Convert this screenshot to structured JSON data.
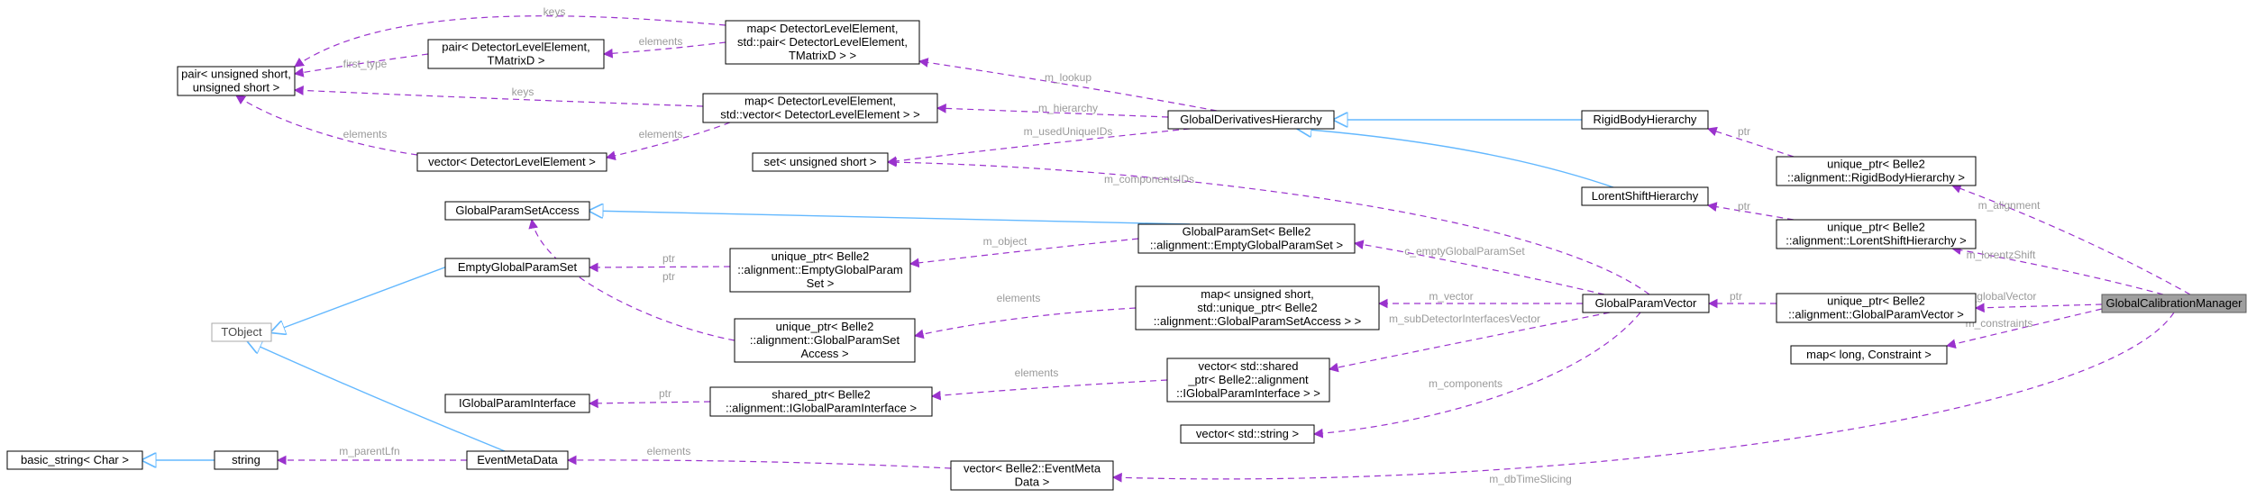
{
  "nodes": {
    "gcm": [
      "GlobalCalibrationManager"
    ],
    "gpv": [
      "GlobalParamVector"
    ],
    "gdh": [
      "GlobalDerivativesHierarchy"
    ],
    "rbh": [
      "RigidBodyHierarchy"
    ],
    "lsh": [
      "LorentShiftHierarchy"
    ],
    "up_rbh": [
      "unique_ptr< Belle2",
      "::alignment::RigidBodyHierarchy >"
    ],
    "up_lsh": [
      "unique_ptr< Belle2",
      "::alignment::LorentShiftHierarchy >"
    ],
    "up_gpv": [
      "unique_ptr< Belle2",
      "::alignment::GlobalParamVector >"
    ],
    "map_constraint": [
      "map< long, Constraint >"
    ],
    "vec_emd": [
      "vector< Belle2::EventMeta",
      "Data >"
    ],
    "emd": [
      "EventMetaData"
    ],
    "string": [
      "string"
    ],
    "basic_string": [
      "basic_string< Char >"
    ],
    "tobject": [
      "TObject"
    ],
    "egps": [
      "EmptyGlobalParamSet"
    ],
    "gpsa": [
      "GlobalParamSetAccess"
    ],
    "igpi": [
      "IGlobalParamInterface"
    ],
    "gps_empty": [
      "GlobalParamSet< Belle2",
      "::alignment::EmptyGlobalParamSet >"
    ],
    "up_egps": [
      "unique_ptr< Belle2",
      "::alignment::EmptyGlobalParam",
      "Set >"
    ],
    "up_gpsa": [
      "unique_ptr< Belle2",
      "::alignment::GlobalParamSet",
      "Access >"
    ],
    "sp_igpi": [
      "shared_ptr< Belle2",
      "::alignment::IGlobalParamInterface >"
    ],
    "map_gpsa": [
      "map< unsigned short,",
      "std::unique_ptr< Belle2",
      "::alignment::GlobalParamSetAccess > >"
    ],
    "vec_sp_igpi": [
      "vector< std::shared",
      "_ptr< Belle2::alignment",
      "::IGlobalParamInterface > >"
    ],
    "vec_string": [
      "vector< std::string >"
    ],
    "set_us": [
      "set< unsigned short >"
    ],
    "map_dle_pair": [
      "map< DetectorLevelElement,",
      "std::pair< DetectorLevelElement,",
      "TMatrixD > >"
    ],
    "map_dle_vec": [
      "map< DetectorLevelElement,",
      "std::vector< DetectorLevelElement > >"
    ],
    "pair_dle": [
      "pair< DetectorLevelElement,",
      "TMatrixD >"
    ],
    "pair_us": [
      "pair< unsigned short,",
      "unsigned short >"
    ],
    "vec_dle": [
      "vector< DetectorLevelElement >"
    ]
  },
  "edges": {
    "m_alignment": "m_alignment",
    "m_lorentzShift": "m_lorentzShift",
    "m_globalVector": "m_globalVector",
    "m_constraints": "m_constraints",
    "m_dbTimeSlicing": "m_dbTimeSlicing",
    "ptr_rbh": "ptr",
    "ptr_lsh": "ptr",
    "ptr_gpv": "ptr",
    "c_emptyGlobalParamSet": "c_emptyGlobalParamSet",
    "m_vector": "m_vector",
    "m_subDetectorInterfacesVector": "m_subDetectorInterfacesVector",
    "m_components": "m_components",
    "m_componentsIDs": "m_componentsIDs",
    "m_lookup": "m_lookup",
    "m_hierarchy": "m_hierarchy",
    "m_usedUniqueIDs": "m_usedUniqueIDs",
    "elements_pair": "elements",
    "keys_top": "keys",
    "first_type": "first_type",
    "keys_mid": "keys",
    "elements_vec": "elements",
    "elements_pair_us": "elements",
    "m_object": "m_object",
    "ptr_egps": "ptr",
    "ptr_gpsa": "ptr",
    "elements_gpsa": "elements",
    "elements_igpi": "elements",
    "ptr_igpi": "ptr",
    "elements_emd": "elements",
    "m_parentLfn": "m_parentLfn"
  },
  "colors": {
    "usage_edge": "#9a32cd",
    "inheritance_edge": "#63b8ff",
    "focus_fill": "#9f9f9f",
    "edge_label": "#9a9a9a"
  }
}
